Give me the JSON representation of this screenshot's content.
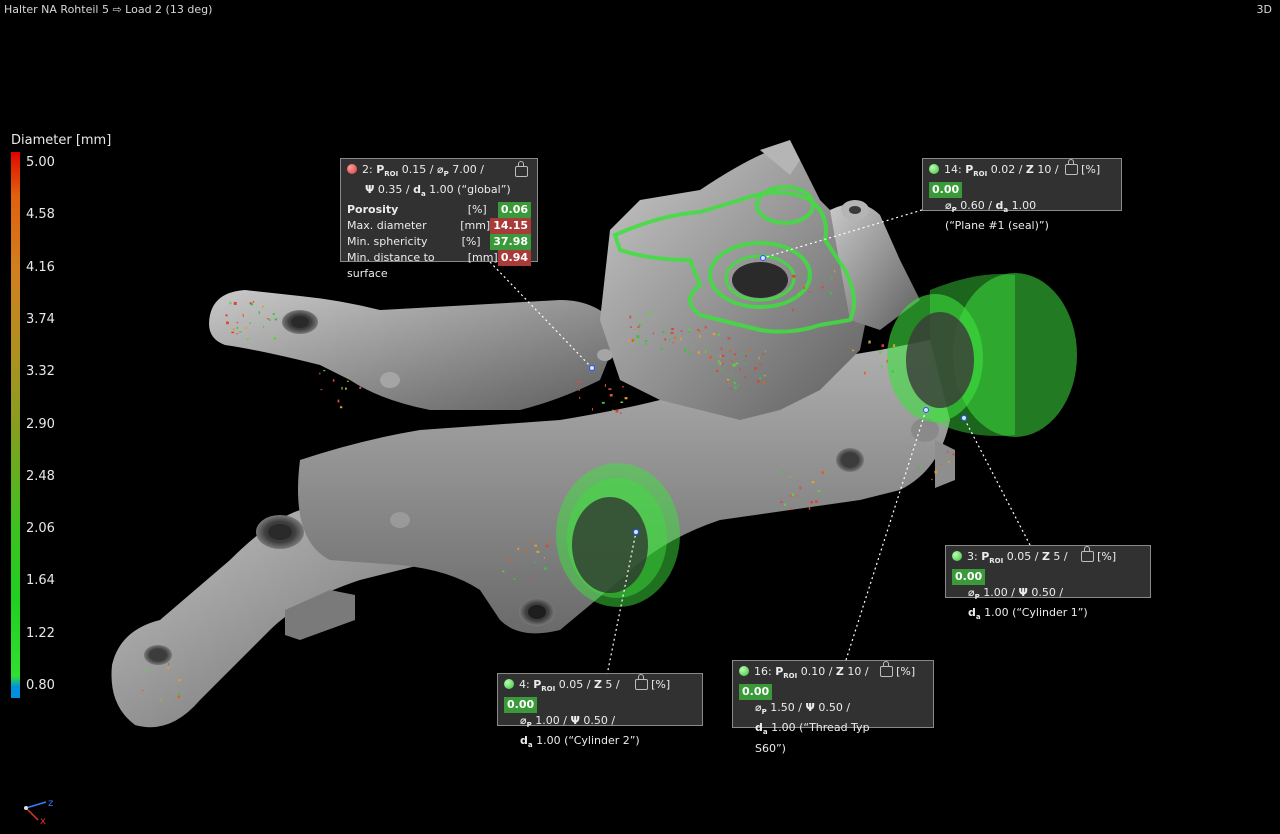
{
  "header": {
    "title": "Halter NA Rohteil 5 ⇨ Load 2 (13 deg)",
    "view_mode": "3D"
  },
  "legend": {
    "title": "Diameter [mm]",
    "ticks": [
      "5.00",
      "4.58",
      "4.16",
      "3.74",
      "3.32",
      "2.90",
      "2.48",
      "2.06",
      "1.64",
      "1.22",
      "0.80"
    ]
  },
  "callout_2": {
    "id": "2:",
    "p_label": "P",
    "p_sub": "ROI",
    "p_val": "0.15 /",
    "dia_label": "⌀",
    "dia_sub": "P",
    "dia_val": "7.00 /",
    "psi_label": "Ψ",
    "psi_val": "0.35 /",
    "da_label": "d",
    "da_sub": "a",
    "da_val": "1.00 (“global”)",
    "rows": [
      {
        "label": "Porosity",
        "unit": "[%]",
        "value": "0.06"
      },
      {
        "label": "Max. diameter",
        "unit": "[mm]",
        "value": "14.15"
      },
      {
        "label": "Min. sphericity",
        "unit": "[%]",
        "value": "37.98"
      },
      {
        "label": "Min. distance to surface",
        "unit": "[mm]",
        "value": "0.94"
      }
    ]
  },
  "callout_14": {
    "id": "14:",
    "p_val": "0.02 /",
    "z_label": "Z",
    "z_val": "10 /",
    "dia_val": "0.60 /",
    "da_val": "1.00",
    "name": "(“Plane #1 (seal)”)",
    "unit": "[%]",
    "value": "0.00"
  },
  "callout_3": {
    "id": "3:",
    "p_val": "0.05 /",
    "z_val": "5 /",
    "dia_val": "1.00 /",
    "psi_val": "0.50 /",
    "da_val": "1.00 (“Cylinder 1”)",
    "unit": "[%]",
    "value": "0.00"
  },
  "callout_4": {
    "id": "4:",
    "p_val": "0.05 /",
    "z_val": "5 /",
    "dia_val": "1.00 /",
    "psi_val": "0.50 /",
    "da_val": "1.00 (“Cylinder 2”)",
    "unit": "[%]",
    "value": "0.00"
  },
  "callout_16": {
    "id": "16:",
    "p_val": "0.10 /",
    "z_val": "10 /",
    "dia_val": "1.50 /",
    "psi_val": "0.50 /",
    "da_val": "1.00 (“Thread Typ",
    "da_val2": "S60”)",
    "unit": "[%]",
    "value": "0.00"
  },
  "axes": {
    "z": "z",
    "x": "x"
  },
  "colors": {
    "background": "#000000",
    "roi_green": "#3ee03e",
    "ok_green": "#3a9a3a",
    "bad_red": "#a83a3a"
  }
}
